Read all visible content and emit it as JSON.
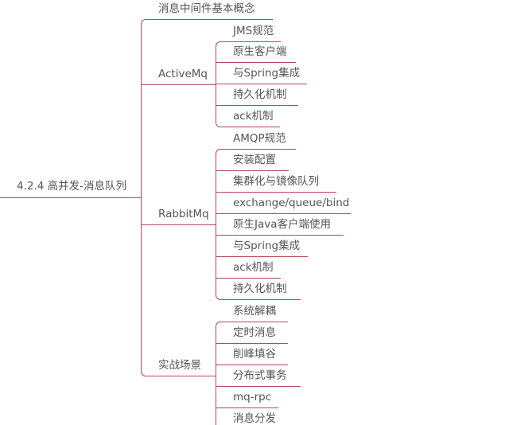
{
  "mindmap": {
    "root": {
      "label": "4.2.4 高并发-消息队列"
    },
    "branches": [
      {
        "label": "消息中间件基本概念",
        "children": []
      },
      {
        "label": "ActiveMq",
        "children": [
          "JMS规范",
          "原生客户端",
          "与Spring集成",
          "持久化机制",
          "ack机制"
        ]
      },
      {
        "label": "RabbitMq",
        "children": [
          "AMQP规范",
          "安装配置",
          "集群化与镜像队列",
          "exchange/queue/bind",
          "原生Java客户端使用",
          "与Spring集成",
          "ack机制",
          "持久化机制"
        ]
      },
      {
        "label": "实战场景",
        "children": [
          "系统解耦",
          "定时消息",
          "削峰填谷",
          "分布式事务",
          "mq-rpc",
          "消息分发"
        ]
      }
    ],
    "colors": {
      "line": "#b4475c",
      "text": "#555555"
    }
  }
}
